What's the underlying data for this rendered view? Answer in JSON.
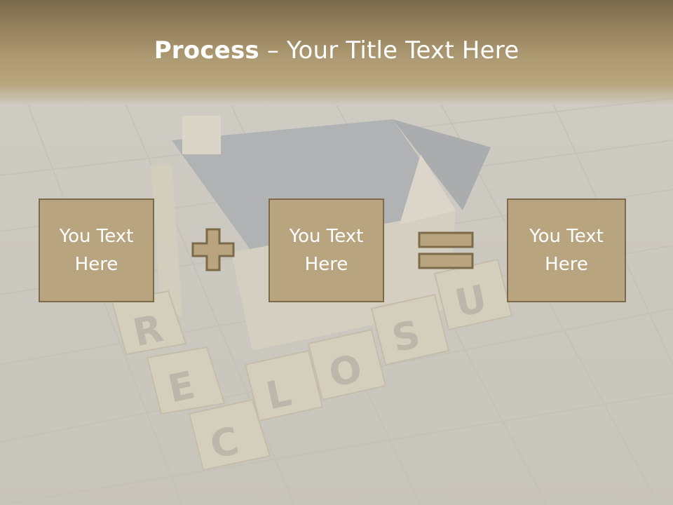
{
  "slide": {
    "title_bold": "Process",
    "title_rest": " – Your Title Text Here"
  },
  "boxes": [
    {
      "line1": "You Text",
      "line2": "Here"
    },
    {
      "line1": "You Text",
      "line2": "Here"
    },
    {
      "line1": "You Text",
      "line2": "Here"
    }
  ],
  "operators": [
    "plus-icon",
    "equals-icon"
  ],
  "background": {
    "tiles": [
      "R",
      "E",
      "C",
      "L",
      "O",
      "S",
      "U"
    ]
  },
  "colors": {
    "header": "#93805c",
    "box_fill": "#b8a580",
    "box_border": "#7c6a49",
    "text": "#ffffff"
  }
}
